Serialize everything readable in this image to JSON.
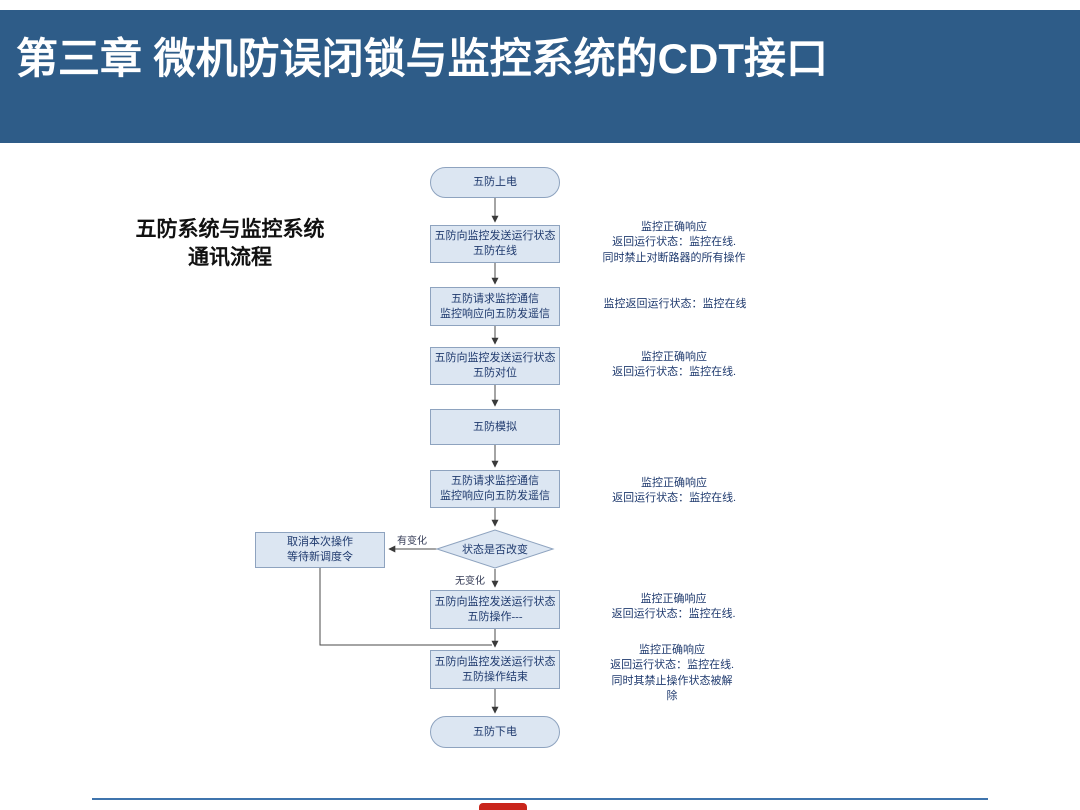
{
  "slide": {
    "title": "第三章 微机防误闭锁与监控系统的CDT接口",
    "caption": "五防系统与监控系统\n通讯流程"
  },
  "flowchart": {
    "nodes": {
      "start": "五防上电",
      "send_online": "五防向监控发送运行状态\n五防在线",
      "request_comm_1": "五防请求监控通信\n监控响应向五防发遥信",
      "send_align": "五防向监控发送运行状态\n五防对位",
      "simulate": "五防模拟",
      "request_comm_2": "五防请求监控通信\n监控响应向五防发遥信",
      "decision": "状态是否改变",
      "cancel": "取消本次操作\n等待新调度令",
      "send_operate": "五防向监控发送运行状态\n五防操作---",
      "send_finish": "五防向监控发送运行状态\n五防操作结束",
      "end": "五防下电"
    },
    "edge_labels": {
      "changed": "有变化",
      "unchanged": "无变化"
    },
    "annotations": {
      "online": "监控正确响应\n返回运行状态：监控在线.\n同时禁止对断路器的所有操作",
      "comm1": "监控返回运行状态：监控在线",
      "align": "监控正确响应\n返回运行状态：监控在线.",
      "comm2": "监控正确响应\n返回运行状态：监控在线.",
      "operate": "监控正确响应\n返回运行状态：监控在线.",
      "finish": "监控正确响应\n返回运行状态：监控在线.\n同时其禁止操作状态被解\n除"
    }
  },
  "colors": {
    "banner_bg": "#2e5c88",
    "node_fill": "#dce6f2",
    "node_border": "#8ea3bf",
    "node_text": "#1f3a6e",
    "annotation_text": "#1f3a6e",
    "bottom_line": "#3f74ad",
    "bottom_mark": "#c9251b"
  }
}
